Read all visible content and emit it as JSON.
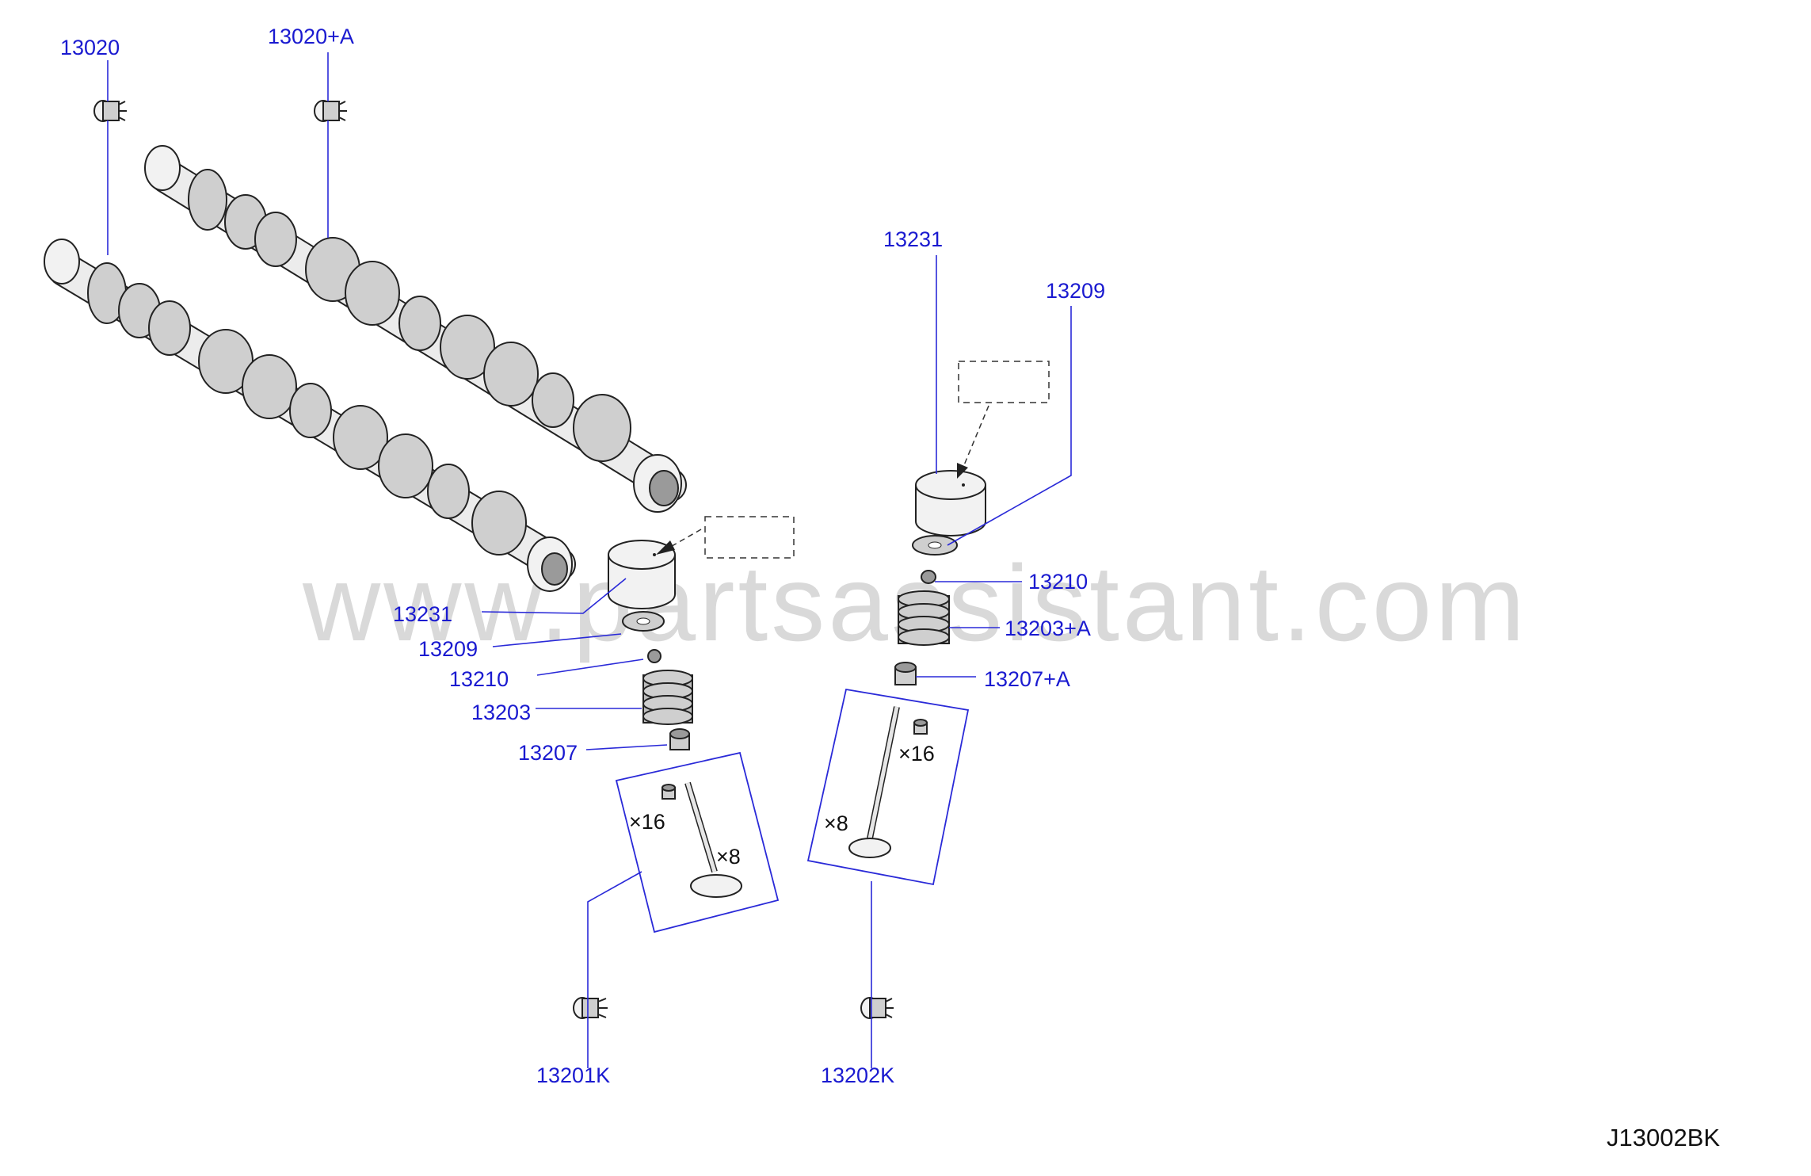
{
  "watermark": "www.partsassistant.com",
  "diagram_code": "J13002BK",
  "callouts": {
    "c13020": "13020",
    "c13020a": "13020+A",
    "c13231_left": "13231",
    "c13209_left": "13209",
    "c13210_left": "13210",
    "c13203": "13203",
    "c13207": "13207",
    "c13231_right": "13231",
    "c13209_right": "13209",
    "c13210_right": "13210",
    "c13203a": "13203+A",
    "c13207a": "13207+A",
    "c13201k": "13201K",
    "c13202k": "13202K"
  },
  "quantities": {
    "left_seal": "×16",
    "left_valve": "×8",
    "right_seal": "×16",
    "right_valve": "×8"
  },
  "colors": {
    "label": "#1a1ad0",
    "leader": "#2a2ad8",
    "watermark": "#d9d9d9"
  }
}
